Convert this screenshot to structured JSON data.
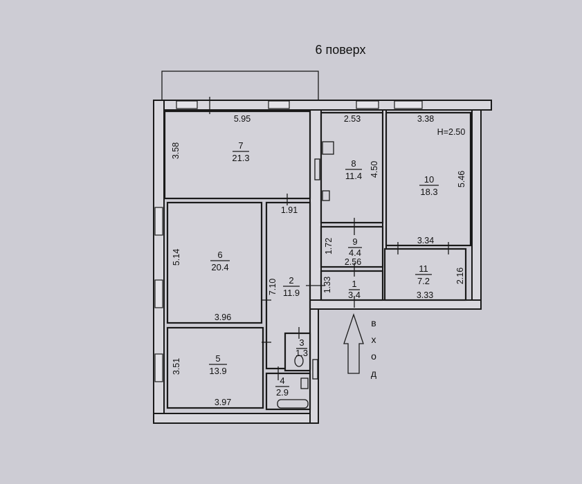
{
  "title": "6 поверх",
  "height_label": "H=2.50",
  "entrance_letters": [
    "в",
    "х",
    "о",
    "д"
  ],
  "rooms": [
    {
      "number": "1",
      "area": "3.4"
    },
    {
      "number": "2",
      "area": "11.9"
    },
    {
      "number": "3",
      "area": "1.3"
    },
    {
      "number": "4",
      "area": "2.9"
    },
    {
      "number": "5",
      "area": "13.9"
    },
    {
      "number": "6",
      "area": "20.4"
    },
    {
      "number": "7",
      "area": "21.3"
    },
    {
      "number": "8",
      "area": "11.4"
    },
    {
      "number": "9",
      "area": "4.4"
    },
    {
      "number": "10",
      "area": "18.3"
    },
    {
      "number": "11",
      "area": "7.2"
    }
  ],
  "dimensions": {
    "r7_width": "5.95",
    "r7_depth": "3.58",
    "r8_width": "2.53",
    "r8_depth": "4.50",
    "r10_width": "3.38",
    "r10_depth": "5.46",
    "r10_bottom": "3.34",
    "r2_width": "1.91",
    "r2_length": "7.10",
    "r6_depth": "5.14",
    "r6_width": "3.96",
    "r9_depth": "1.72",
    "r9_width": "2.56",
    "r1_depth": "1.33",
    "r11_depth": "2.16",
    "r11_width": "3.33",
    "r5_depth": "3.51",
    "r5_width": "3.97"
  }
}
